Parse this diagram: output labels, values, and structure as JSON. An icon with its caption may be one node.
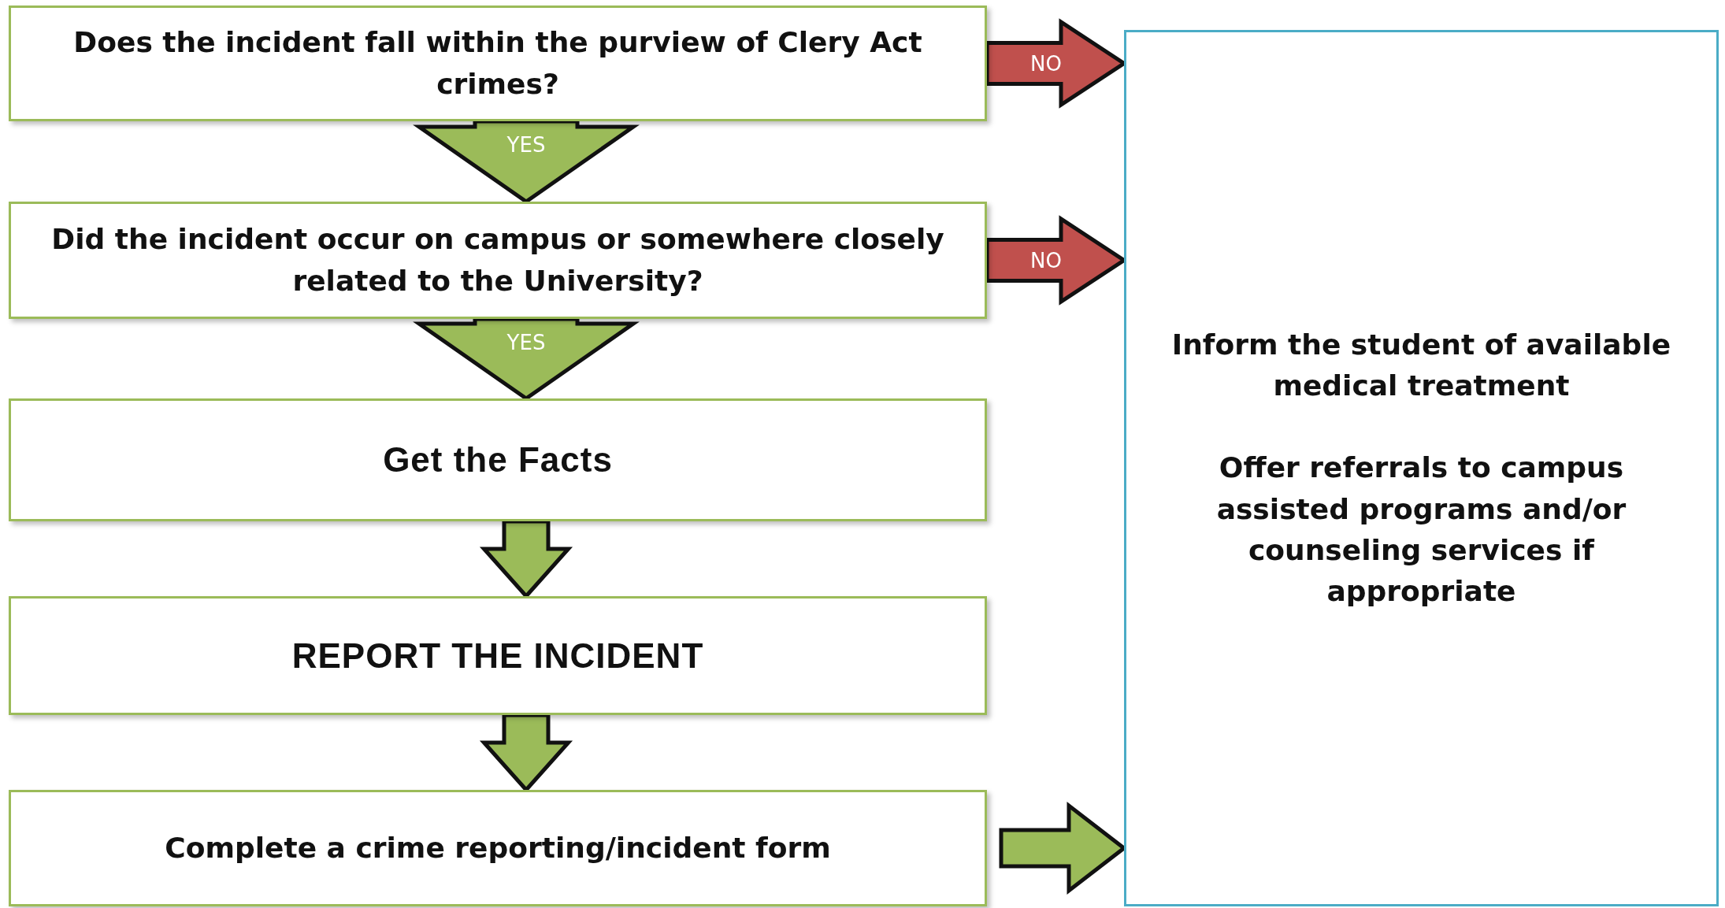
{
  "diagram": {
    "nodes": [
      {
        "text": [
          "Does the incident fall within the purview of Clery Act crimes?"
        ]
      },
      {
        "text": [
          "Did the incident occur on campus or somewhere closely related to the University?"
        ]
      },
      {
        "text": [
          "Get the Facts"
        ]
      },
      {
        "text": [
          "REPORT THE INCIDENT"
        ]
      },
      {
        "text": [
          "Complete a crime reporting/incident form"
        ]
      },
      {
        "text": [
          "Inform the student of available medical treatment",
          "Offer referrals to campus assisted programs and/or counseling services if appropriate"
        ]
      }
    ],
    "edges": [
      {
        "from": 0,
        "to": 1,
        "arrow": "to",
        "label": "YES"
      },
      {
        "from": 1,
        "to": 2,
        "arrow": "to",
        "label": "YES"
      },
      {
        "from": 2,
        "to": 3,
        "arrow": "to"
      },
      {
        "from": 3,
        "to": 4,
        "arrow": "to"
      },
      {
        "from": 0,
        "to": 5,
        "arrow": "to",
        "label": "NO",
        "color": "#c0504d"
      },
      {
        "from": 1,
        "to": 5,
        "arrow": "to",
        "label": "NO",
        "color": "#c0504d"
      },
      {
        "from": 4,
        "to": 5,
        "arrow": "to"
      }
    ]
  }
}
